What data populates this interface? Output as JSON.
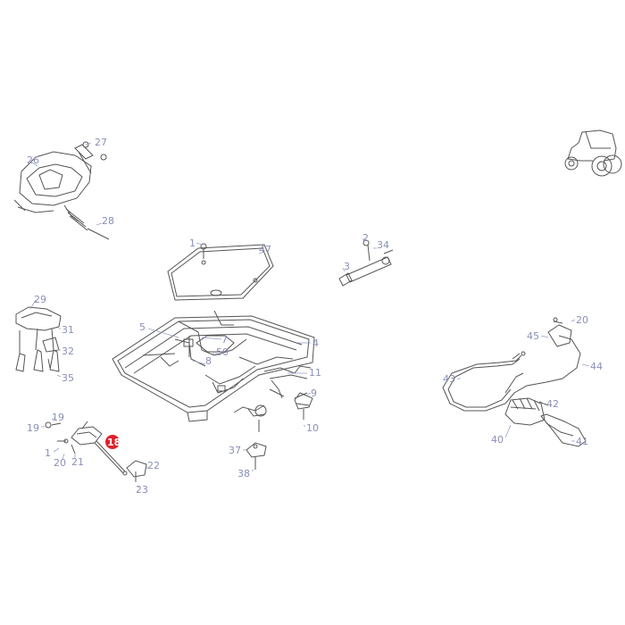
{
  "diagram": {
    "callouts": {
      "c1a": "1",
      "c1b": "1",
      "c2": "2",
      "c3": "3",
      "c4": "4",
      "c5": "5",
      "c7": "7",
      "c8": "8",
      "c9": "9",
      "c10": "10",
      "c11": "11",
      "c18": "18",
      "c19a": "19",
      "c19b": "19",
      "c20a": "20",
      "c20b": "20",
      "c21": "21",
      "c22": "22",
      "c23": "23",
      "c26": "26",
      "c27": "27",
      "c28": "28",
      "c29": "29",
      "c31": "31",
      "c32": "32",
      "c34": "34",
      "c35": "35",
      "c37": "37",
      "c38": "38",
      "c40": "40",
      "c41": "41",
      "c42": "42",
      "c43": "43",
      "c44": "44",
      "c45": "45",
      "c47": "47",
      "c50": "50"
    },
    "highlight_color": "#e0202a",
    "callout_color": "#8a8fb8",
    "icon": "tractor-icon"
  }
}
